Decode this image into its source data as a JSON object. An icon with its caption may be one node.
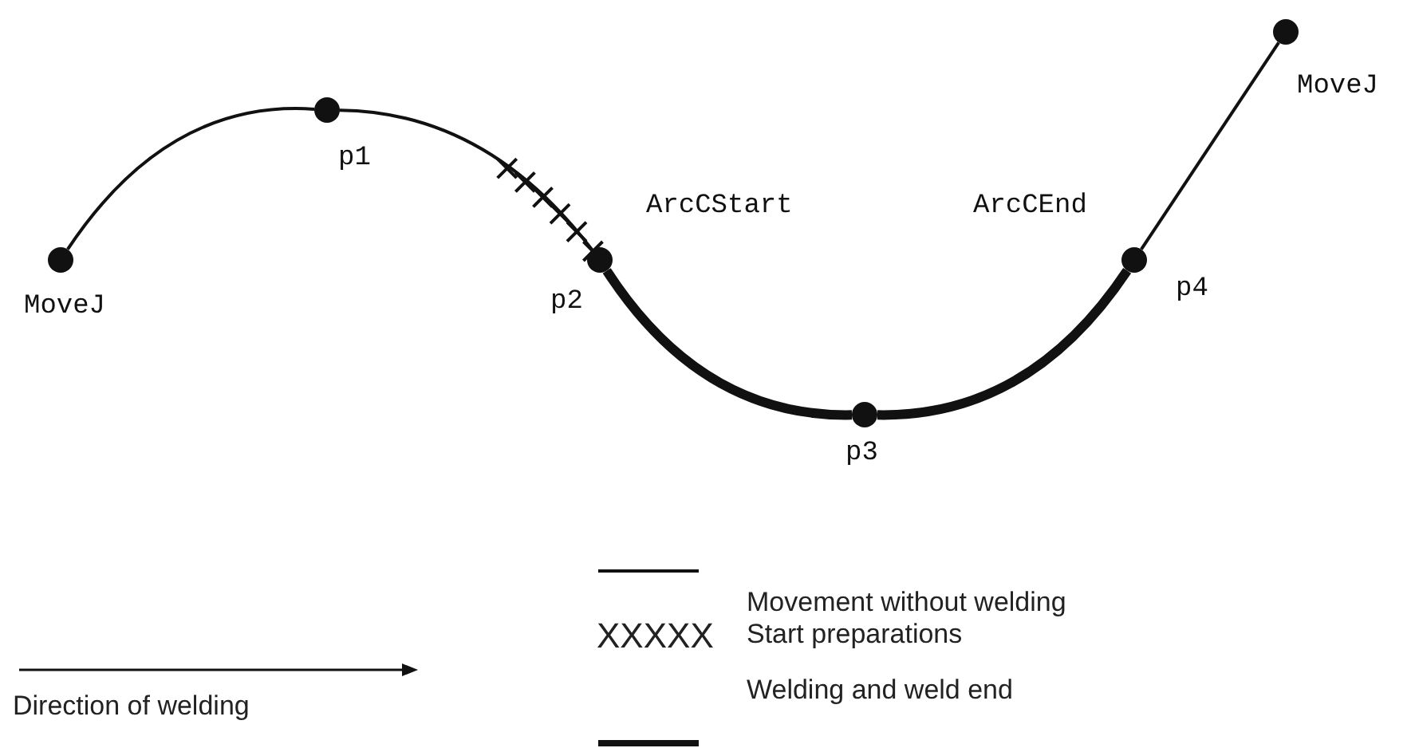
{
  "diagram": {
    "nodes": [
      {
        "text": [],
        "shape": "circle",
        "beside": [
          "MoveJ"
        ]
      },
      {
        "text": [],
        "shape": "circle",
        "beside": [
          "p1"
        ]
      },
      {
        "text": [],
        "shape": "circle",
        "beside": [
          "ArcCStart",
          "p2"
        ]
      },
      {
        "text": [],
        "shape": "circle",
        "beside": [
          "p3"
        ]
      },
      {
        "text": [],
        "shape": "circle",
        "beside": [
          "ArcCEnd",
          "p4"
        ]
      },
      {
        "text": [],
        "shape": "circle",
        "beside": [
          "MoveJ"
        ]
      }
    ],
    "edges": [
      {
        "from": 0,
        "to": 1,
        "arrow": "none"
      },
      {
        "from": 1,
        "to": 2,
        "arrow": "none"
      },
      {
        "from": 2,
        "to": 3,
        "arrow": "none",
        "style": "thick"
      },
      {
        "from": 3,
        "to": 4,
        "arrow": "none",
        "style": "thick"
      },
      {
        "from": 4,
        "to": 5,
        "arrow": "none"
      }
    ],
    "labels": [
      "XXXXX",
      "Direction of welding"
    ],
    "legend": [
      {
        "text": "Movement without welding"
      },
      {
        "text": "Start preparations"
      },
      {
        "text": "Welding and weld end"
      }
    ]
  }
}
